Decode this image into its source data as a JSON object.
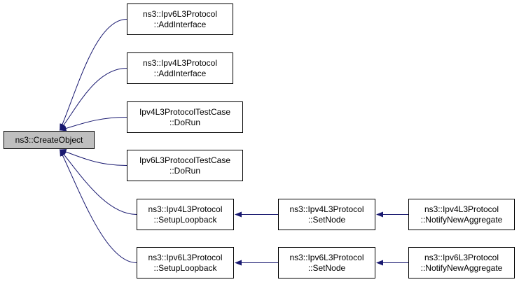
{
  "diagram": {
    "edge_color": "#191970",
    "root": {
      "id": "create-object",
      "label": "ns3::CreateObject",
      "fill": "#bfbfbf"
    },
    "nodes": [
      {
        "id": "ipv6-addinterface",
        "lines": [
          "ns3::Ipv6L3Protocol",
          "::AddInterface"
        ]
      },
      {
        "id": "ipv4-addinterface",
        "lines": [
          "ns3::Ipv4L3Protocol",
          "::AddInterface"
        ]
      },
      {
        "id": "ipv4-testcase-dorun",
        "lines": [
          "Ipv4L3ProtocolTestCase",
          "::DoRun"
        ]
      },
      {
        "id": "ipv6-testcase-dorun",
        "lines": [
          "Ipv6L3ProtocolTestCase",
          "::DoRun"
        ]
      },
      {
        "id": "ipv4-setuploopback",
        "lines": [
          "ns3::Ipv4L3Protocol",
          "::SetupLoopback"
        ]
      },
      {
        "id": "ipv6-setuploopback",
        "lines": [
          "ns3::Ipv6L3Protocol",
          "::SetupLoopback"
        ]
      },
      {
        "id": "ipv4-setnode",
        "lines": [
          "ns3::Ipv4L3Protocol",
          "::SetNode"
        ]
      },
      {
        "id": "ipv6-setnode",
        "lines": [
          "ns3::Ipv6L3Protocol",
          "::SetNode"
        ]
      },
      {
        "id": "ipv4-notifynewaggregate",
        "lines": [
          "ns3::Ipv4L3Protocol",
          "::NotifyNewAggregate"
        ]
      },
      {
        "id": "ipv6-notifynewaggregate",
        "lines": [
          "ns3::Ipv6L3Protocol",
          "::NotifyNewAggregate"
        ]
      }
    ],
    "edges": [
      {
        "from": "ipv6-addinterface",
        "to": "create-object"
      },
      {
        "from": "ipv4-addinterface",
        "to": "create-object"
      },
      {
        "from": "ipv4-testcase-dorun",
        "to": "create-object"
      },
      {
        "from": "ipv6-testcase-dorun",
        "to": "create-object"
      },
      {
        "from": "ipv4-setuploopback",
        "to": "create-object"
      },
      {
        "from": "ipv6-setuploopback",
        "to": "create-object"
      },
      {
        "from": "ipv4-setnode",
        "to": "ipv4-setuploopback"
      },
      {
        "from": "ipv6-setnode",
        "to": "ipv6-setuploopback"
      },
      {
        "from": "ipv4-notifynewaggregate",
        "to": "ipv4-setnode"
      },
      {
        "from": "ipv6-notifynewaggregate",
        "to": "ipv6-setnode"
      }
    ]
  }
}
